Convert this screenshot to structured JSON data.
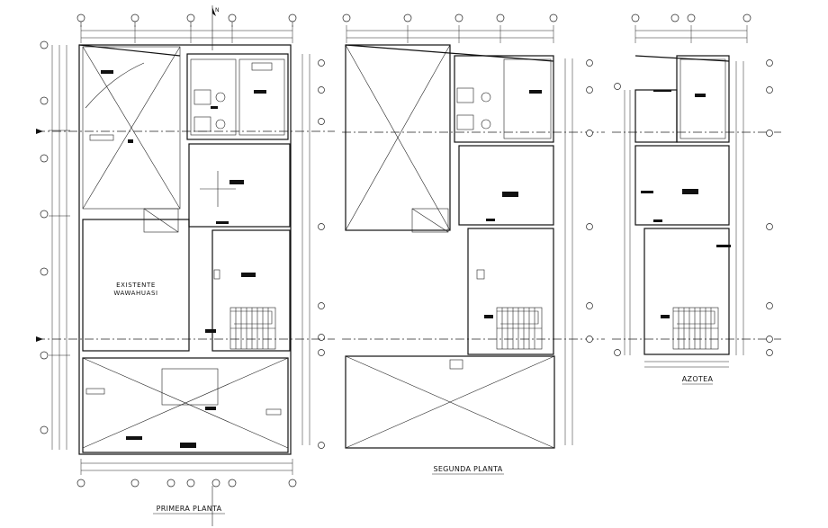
{
  "plans": [
    {
      "id": "primera",
      "title": "PRIMERA PLANTA",
      "room_labels": [
        "EXISTENTE",
        "WAWAHUASI"
      ]
    },
    {
      "id": "segunda",
      "title": "SEGUNDA PLANTA",
      "room_labels": []
    },
    {
      "id": "azotea",
      "title": "AZOTEA",
      "room_labels": []
    }
  ],
  "north_symbol": "N"
}
